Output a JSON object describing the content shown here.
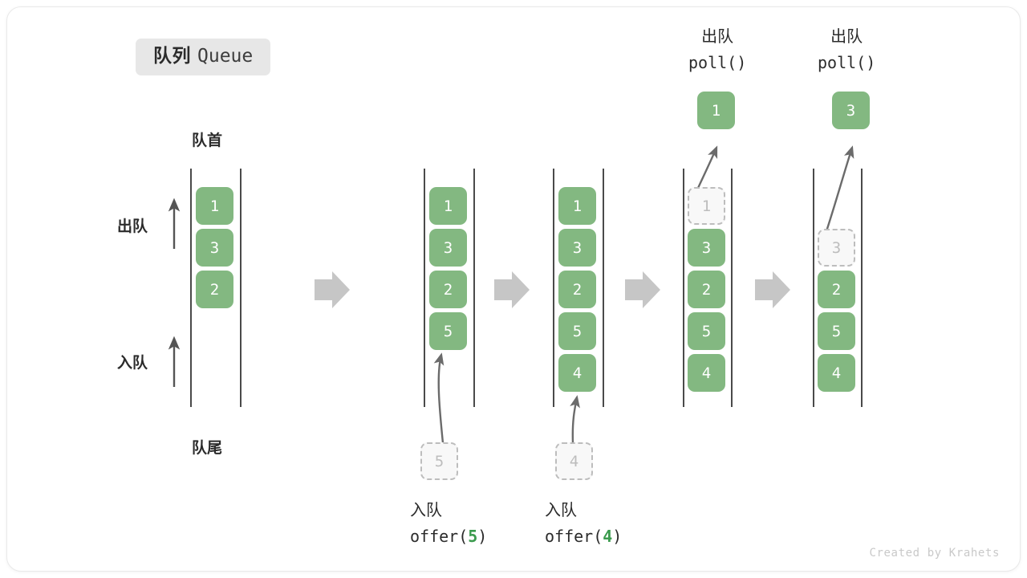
{
  "title": {
    "cn": "队列",
    "en": "Queue"
  },
  "labels": {
    "head": "队首",
    "tail": "队尾",
    "dequeue": "出队",
    "enqueue": "入队"
  },
  "colors": {
    "element_fill": "#83b881",
    "element_text": "#ffffff",
    "ghost_fill": "#f8f8f8",
    "ghost_border": "#bdbdbd",
    "ghost_text": "#bdbdbd",
    "rail": "#4a4a4a",
    "step_arrow": "#c6c6c6",
    "op_arrow": "#6b6b6b",
    "badge_bg": "#e7e7e7",
    "text": "#2b2b2b",
    "code_accent": "#3b9b4e",
    "credit": "#c9c9c9"
  },
  "stages": [
    {
      "id": "initial",
      "cells": [
        {
          "value": "1",
          "state": "filled"
        },
        {
          "value": "3",
          "state": "filled"
        },
        {
          "value": "2",
          "state": "filled"
        }
      ],
      "caption": null,
      "incoming": null,
      "outgoing": null
    },
    {
      "id": "offer-5",
      "cells": [
        {
          "value": "1",
          "state": "filled"
        },
        {
          "value": "3",
          "state": "filled"
        },
        {
          "value": "2",
          "state": "filled"
        },
        {
          "value": "5",
          "state": "filled"
        }
      ],
      "caption": {
        "cn": "入队",
        "code_prefix": "offer(",
        "code_value": "5",
        "code_suffix": ")"
      },
      "incoming": {
        "value": "5",
        "state": "ghost"
      },
      "outgoing": null
    },
    {
      "id": "offer-4",
      "cells": [
        {
          "value": "1",
          "state": "filled"
        },
        {
          "value": "3",
          "state": "filled"
        },
        {
          "value": "2",
          "state": "filled"
        },
        {
          "value": "5",
          "state": "filled"
        },
        {
          "value": "4",
          "state": "filled"
        }
      ],
      "caption": {
        "cn": "入队",
        "code_prefix": "offer(",
        "code_value": "4",
        "code_suffix": ")"
      },
      "incoming": {
        "value": "4",
        "state": "ghost"
      },
      "outgoing": null
    },
    {
      "id": "poll-1",
      "cells": [
        {
          "value": "1",
          "state": "ghost"
        },
        {
          "value": "3",
          "state": "filled"
        },
        {
          "value": "2",
          "state": "filled"
        },
        {
          "value": "5",
          "state": "filled"
        },
        {
          "value": "4",
          "state": "filled"
        }
      ],
      "caption": {
        "cn": "出队",
        "code_prefix": "poll(",
        "code_value": "",
        "code_suffix": ")"
      },
      "incoming": null,
      "outgoing": {
        "value": "1",
        "state": "filled"
      }
    },
    {
      "id": "poll-3",
      "cells": [
        {
          "value": "3",
          "state": "ghost"
        },
        {
          "value": "2",
          "state": "filled"
        },
        {
          "value": "5",
          "state": "filled"
        },
        {
          "value": "4",
          "state": "filled"
        }
      ],
      "caption": {
        "cn": "出队",
        "code_prefix": "poll(",
        "code_value": "",
        "code_suffix": ")"
      },
      "incoming": null,
      "outgoing": {
        "value": "3",
        "state": "filled"
      }
    }
  ],
  "credit": "Created by Krahets"
}
